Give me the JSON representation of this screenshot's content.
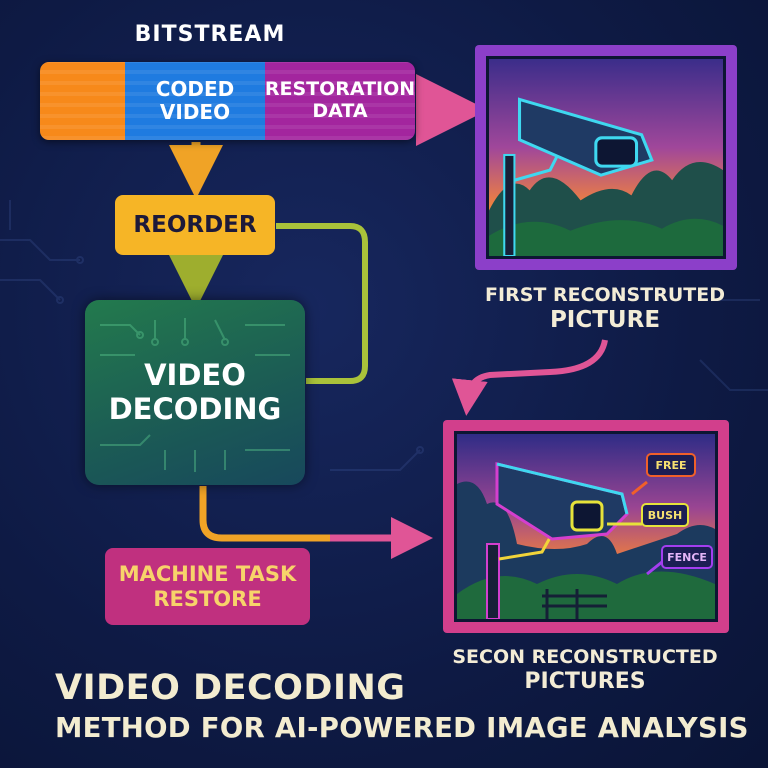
{
  "bitstream": {
    "title": "BITSTREAM",
    "segments": [
      {
        "label": "",
        "color": "#f7891a"
      },
      {
        "label": "CODED VIDEO",
        "line1": "CODED",
        "line2": "VIDEO",
        "color": "#1f7be0"
      },
      {
        "label": "RESTORATION DATA",
        "line1": "RESTORATION",
        "line2": "DATA",
        "color": "#a3259e"
      }
    ]
  },
  "reorder": {
    "label": "REORDER"
  },
  "video_decoding": {
    "line1": "VIDEO",
    "line2": "DECODING"
  },
  "machine_task": {
    "line1": "MACHINE TASK",
    "line2": "RESTORE"
  },
  "first_picture": {
    "caption_line1": "FIRST RECONSTRUTED",
    "caption_line2": "PICTURE"
  },
  "second_picture": {
    "caption_line1": "SECON RECONSTRUCTED",
    "caption_line2": "PICTURES",
    "tags": [
      "FREE",
      "BUSH",
      "FENCE"
    ]
  },
  "title": {
    "line1": "VIDEO DECODING",
    "line2": "METHOD FOR AI-POWERED IMAGE ANALYSIS"
  },
  "colors": {
    "background": "#0e1a44",
    "reorder": "#f6b526",
    "decoding": "#237a4d",
    "machine_task": "#c0307f",
    "frame1": "#8c3fc9",
    "frame2": "#d23f8c",
    "loop_line": "#a9c23a"
  }
}
